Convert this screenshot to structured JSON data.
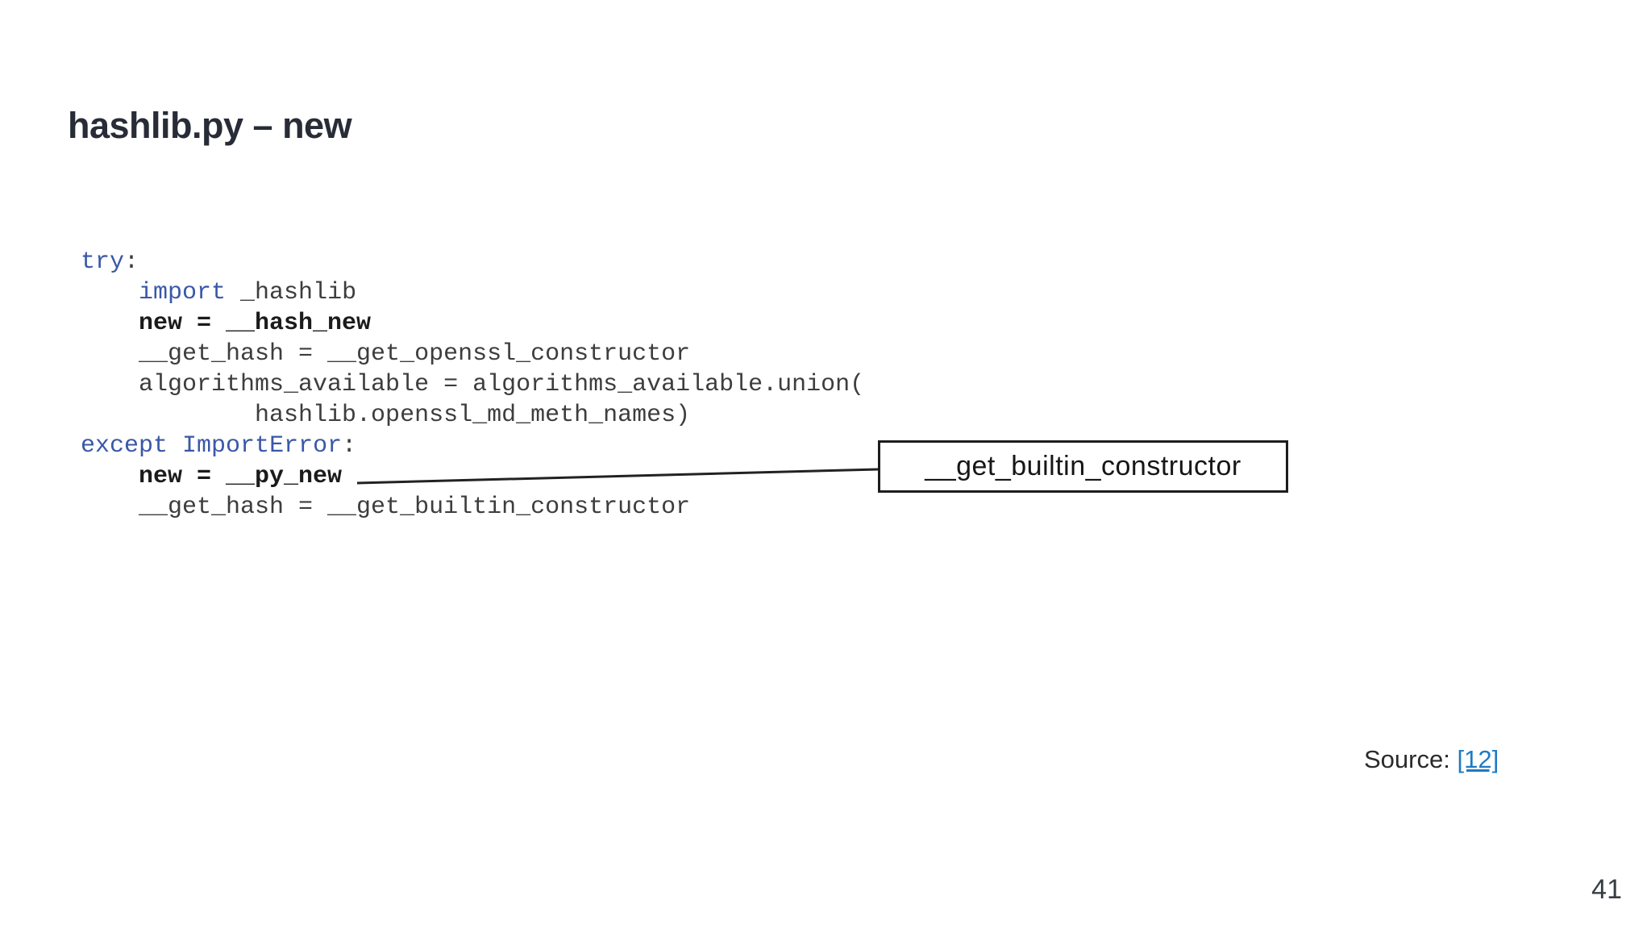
{
  "slide": {
    "title": "hashlib.py – new",
    "page_number": "41",
    "source": {
      "label": "Source:",
      "link_text": "[12]"
    },
    "callout": {
      "text": "__get_builtin_constructor"
    },
    "code": {
      "lines": [
        [
          {
            "t": "try",
            "c": "kw"
          },
          {
            "t": ":",
            "c": "pl"
          }
        ],
        [
          {
            "t": "    ",
            "c": "pl"
          },
          {
            "t": "import",
            "c": "kw"
          },
          {
            "t": " _hashlib",
            "c": "pl"
          }
        ],
        [
          {
            "t": "    new = __hash_new",
            "c": "bold"
          }
        ],
        [
          {
            "t": "    __get_hash = __get_openssl_constructor",
            "c": "pl"
          }
        ],
        [
          {
            "t": "    algorithms_available = algorithms_available.union(",
            "c": "pl"
          }
        ],
        [
          {
            "t": "            hashlib.openssl_md_meth_names)",
            "c": "pl"
          }
        ],
        [
          {
            "t": "except",
            "c": "kw"
          },
          {
            "t": " ",
            "c": "pl"
          },
          {
            "t": "ImportError",
            "c": "kw"
          },
          {
            "t": ":",
            "c": "pl"
          }
        ],
        [
          {
            "t": "    new = __py_new",
            "c": "bold"
          }
        ],
        [
          {
            "t": "    __get_hash = __get_builtin_constructor",
            "c": "pl"
          }
        ]
      ]
    },
    "colors": {
      "title": "#272c37",
      "keyword": "#3a57a8",
      "code-text": "#3d3d3d",
      "code-bold": "#1b1b1b",
      "link": "#1f7ac4"
    }
  }
}
